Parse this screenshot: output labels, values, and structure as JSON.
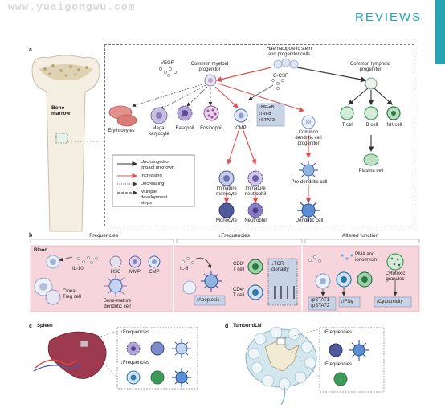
{
  "header": {
    "watermark": "www.yuaigongwu.com",
    "section": "REVIEWS"
  },
  "panel_a": {
    "letter": "a",
    "bone": "Bone\nmarrow",
    "hsc": "Haematopoietic stem\nand progenitor cells",
    "myeloid": "Common myeloid\nprogenitor",
    "lymphoid": "Common lymphoid\nprogenitor",
    "vegf": "VEGF",
    "gcsf": "G-CSF",
    "signal_box": [
      "↓NF-κB",
      "↓IRF8",
      "↑STAT3"
    ],
    "cells": {
      "erythrocytes": "Erythrocytes",
      "megakaryocyte": "Mega-\nkaryocyte",
      "basophil": "Basophil",
      "eosinophil": "Eosinophil",
      "cmp": "CMP",
      "cdp": "Common\ndendritic cell\nprogenitor",
      "tcell": "T cell",
      "bcell": "B cell",
      "nkcell": "NK cell",
      "plasma": "Plasma cell",
      "imm_mono": "Immature\nmonocyte",
      "imm_neut": "Immature\nneutrophil",
      "predc": "Pre-dendritic cell",
      "monocyte": "Monocyte",
      "neutrophil": "Neutrophil",
      "dc": "Dendritic cell"
    },
    "legend": [
      {
        "label": "Unchanged or\nimpact unknown",
        "style": "solid",
        "color": "#333333"
      },
      {
        "label": "Increasing",
        "style": "solid",
        "color": "#e05050"
      },
      {
        "label": "Decreasing",
        "style": "dotted",
        "color": "#555555"
      },
      {
        "label": "Multiple\ndevelopment\nsteps",
        "style": "dashed",
        "color": "#333333"
      }
    ]
  },
  "panel_b": {
    "letter": "b",
    "blood": "Blood",
    "col1_header": "↑Frequencies",
    "col2_header": "↓Frequencies",
    "col3_header": "Altered function",
    "il10": "IL-10",
    "hsc": "HSC",
    "mmp": "MMP",
    "cmp": "CMP",
    "clonal": "Clonal\nTreg cell",
    "semimature": "Semi-mature\ndendritic cell",
    "il6": "IL-6",
    "cd8": "CD8⁺\nT cell",
    "cd4": "CD4⁺\nT cell",
    "tcr": "↓TCR\nclonality",
    "apoptosis": "↑Apoptosis",
    "pma": "PMA and\nionomycin",
    "cytotoxic_granules": "Cytotoxic\ngranules",
    "pstat": "↓pSTAT1\n↓pSTAT2",
    "ifng": "↓IFNγ",
    "cytotoxicity": "↓Cytotoxicity"
  },
  "panel_c": {
    "letter": "c",
    "title": "Spleen",
    "up": "↑Frequencies",
    "down": "↓Frequencies"
  },
  "panel_d": {
    "letter": "d",
    "title": "Tumour dLN",
    "up": "↑Frequencies",
    "down": "↓Frequencies"
  },
  "colors": {
    "accent": "#27a3b4",
    "increasing": "#e05050",
    "shade": "#c9d3e6",
    "green": "#3d9a5a",
    "purple": "#6a5fa8",
    "blue": "#4a66b0"
  }
}
